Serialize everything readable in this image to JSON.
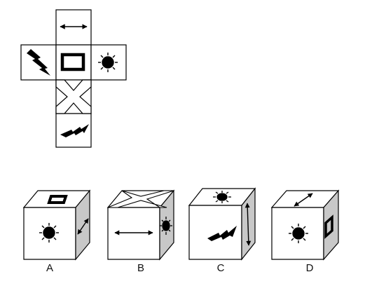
{
  "net": {
    "faces": [
      {
        "id": "top",
        "symbol": "double-arrow-horizontal"
      },
      {
        "id": "left",
        "symbol": "lightning-bolt"
      },
      {
        "id": "center",
        "symbol": "hollow-rectangle"
      },
      {
        "id": "right",
        "symbol": "sun"
      },
      {
        "id": "below",
        "symbol": "x-cross-outline"
      },
      {
        "id": "bottom",
        "symbol": "zigzag-bolt"
      }
    ]
  },
  "options": [
    {
      "label": "A",
      "top_face": "hollow-rectangle",
      "front_face": "sun",
      "side_face": "double-arrow-diagonal"
    },
    {
      "label": "B",
      "top_face": "x-cross-outline",
      "front_face": "double-arrow-horizontal",
      "side_face": "sun"
    },
    {
      "label": "C",
      "top_face": "sun",
      "front_face": "zigzag-bolt",
      "side_face": "double-arrow-vertical"
    },
    {
      "label": "D",
      "top_face": "double-arrow-diagonal",
      "front_face": "sun",
      "side_face": "hollow-rectangle"
    }
  ],
  "colors": {
    "line": "#000000",
    "side_shade": "#c8c8c8",
    "top_shade": "#ffffff",
    "face": "#ffffff"
  }
}
